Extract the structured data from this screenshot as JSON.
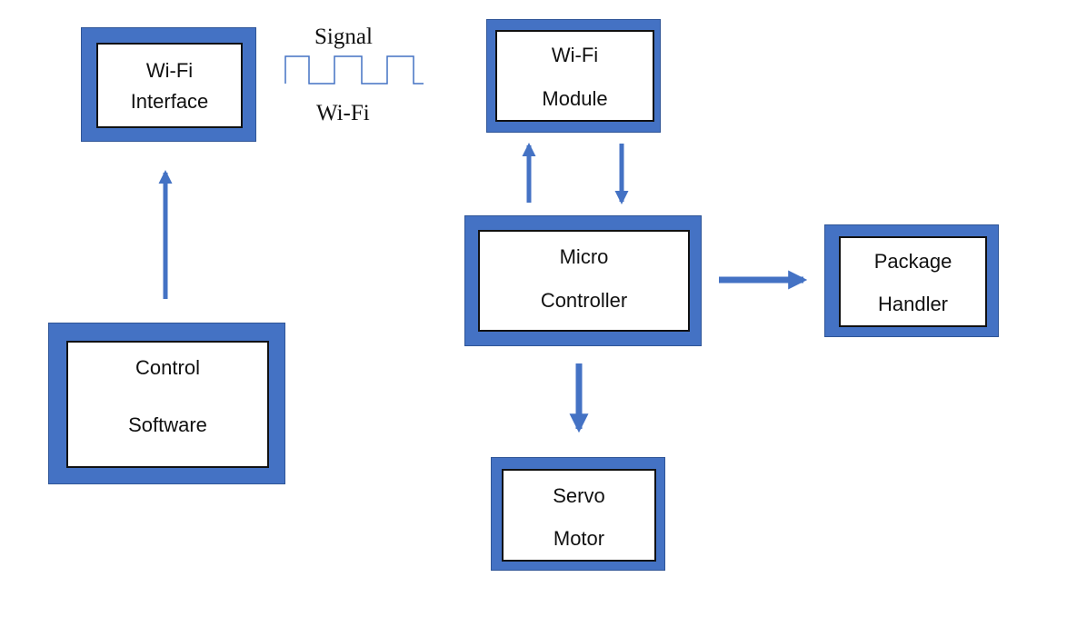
{
  "blocks": {
    "wifi_interface": {
      "line1": "Wi-Fi",
      "line2": "Interface"
    },
    "control_software": {
      "line1": "Control",
      "line2": "Software"
    },
    "wifi_module": {
      "line1": "Wi-Fi",
      "line2": "Module"
    },
    "micro_controller": {
      "line1": "Micro",
      "line2": "Controller"
    },
    "package_handler": {
      "line1": "Package",
      "line2": "Handler"
    },
    "servo_motor": {
      "line1": "Servo",
      "line2": "Motor"
    }
  },
  "signal": {
    "top_label": "Signal",
    "bottom_label": "Wi-Fi"
  },
  "colors": {
    "block_fill": "#4472C4",
    "block_border": "#2F5597",
    "arrow": "#4472C4",
    "waveform": "#4472C4",
    "text": "#111111",
    "background": "#FFFFFF"
  }
}
